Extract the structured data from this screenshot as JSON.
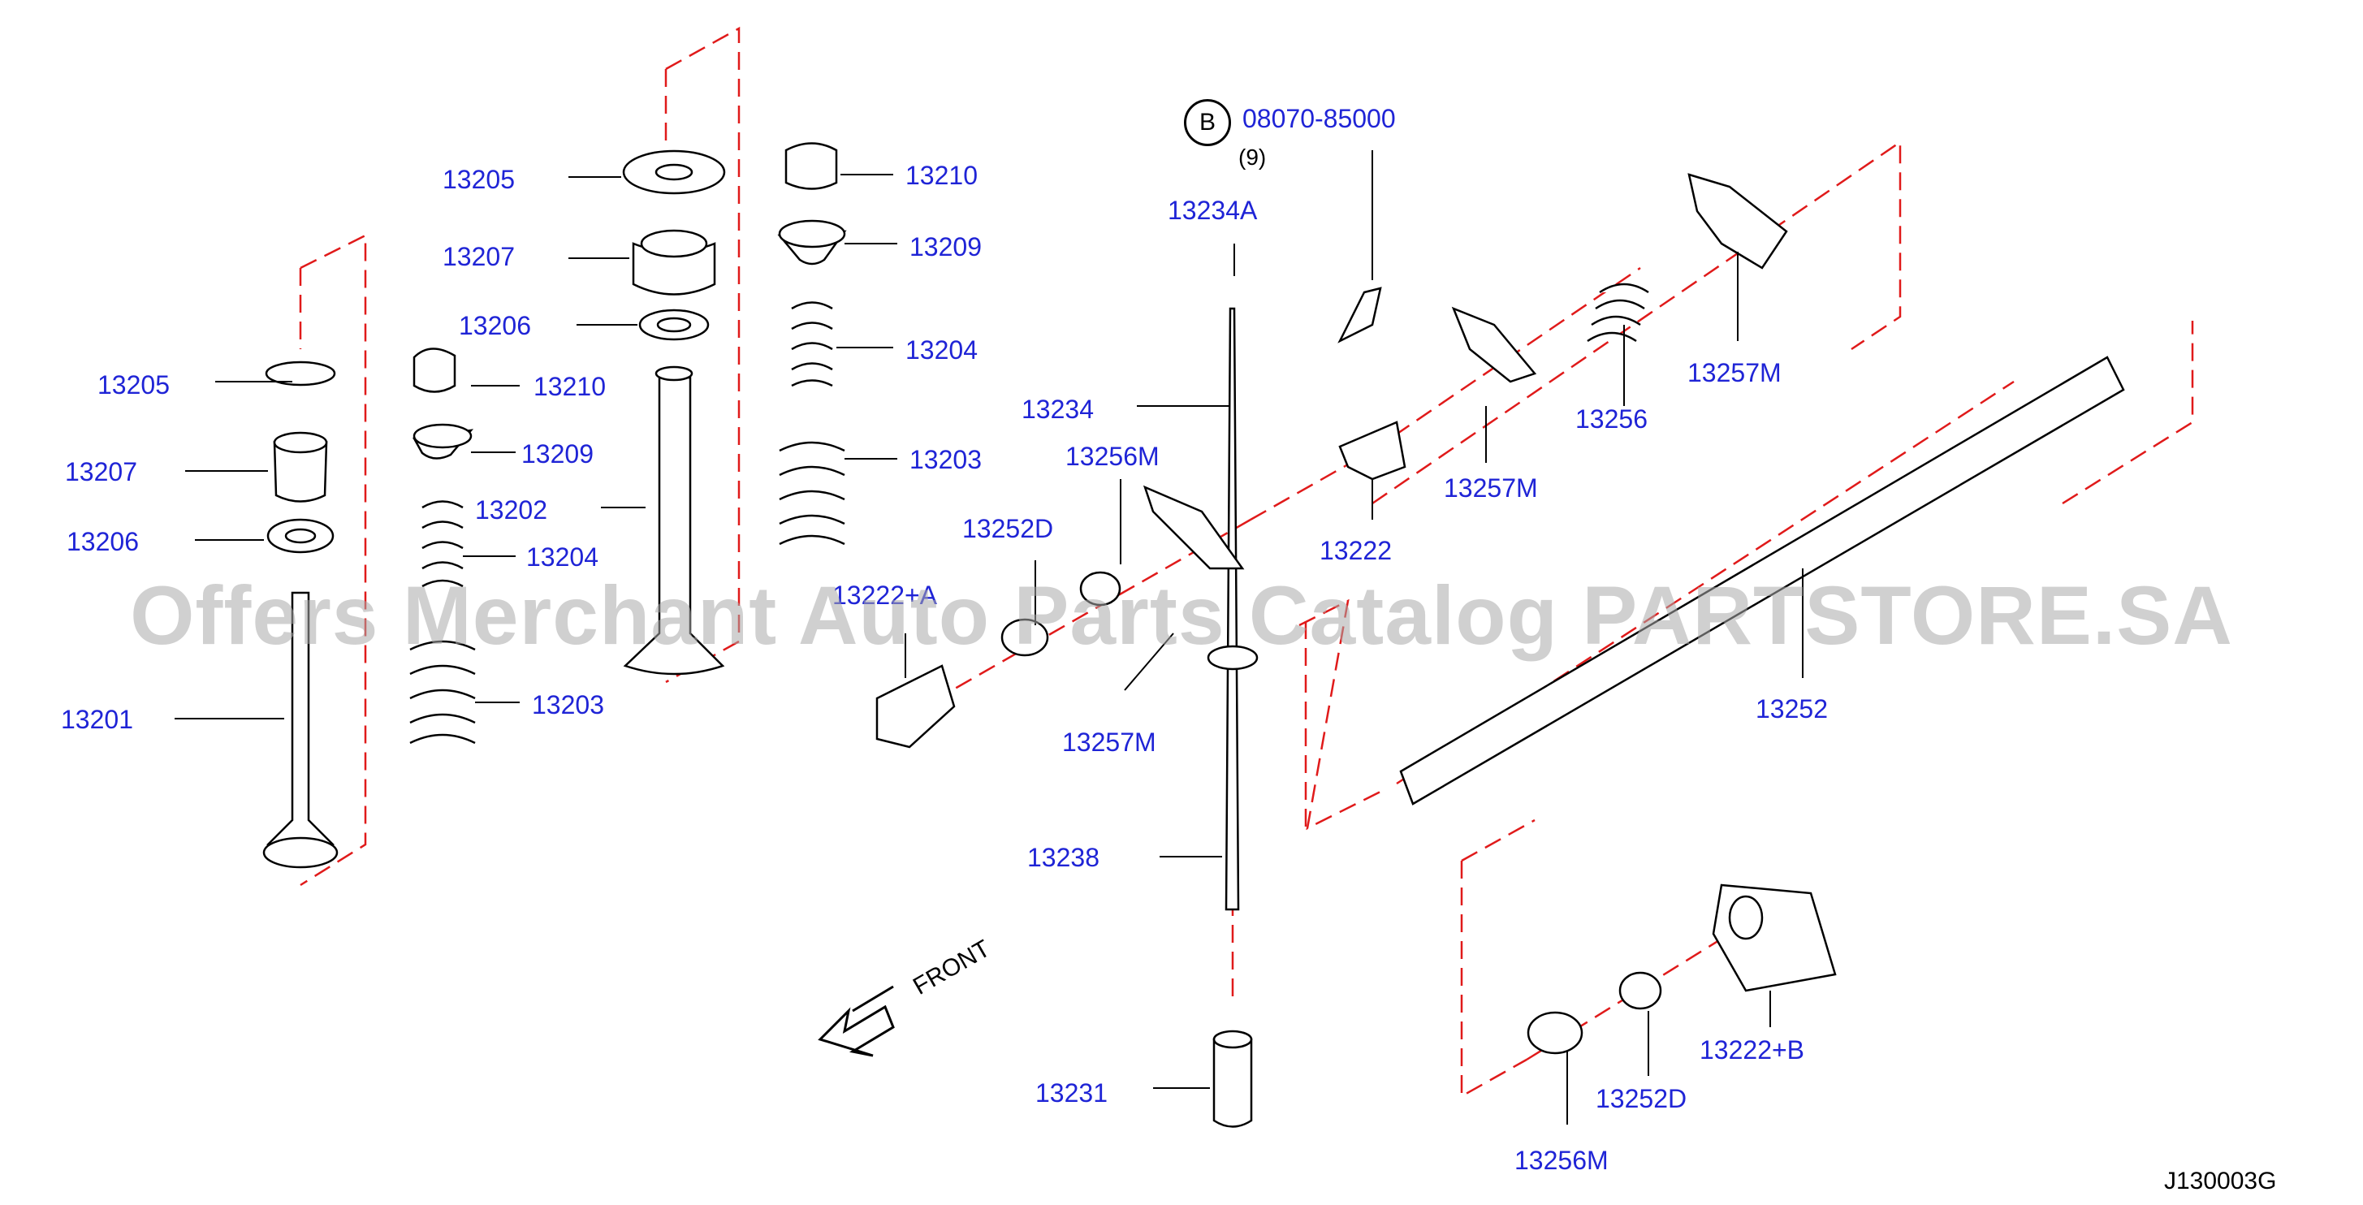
{
  "labels": {
    "l13205_left": "13205",
    "l13207_left": "13207",
    "l13206_left": "13206",
    "l13201": "13201",
    "l13205_mid": "13205",
    "l13207_mid": "13207",
    "l13206_mid": "13206",
    "l13210_mid": "13210",
    "l13209_mid": "13209",
    "l13202": "13202",
    "l13204_mid": "13204",
    "l13203_mid": "13203",
    "l13210_right": "13210",
    "l13209_right": "13209",
    "l13204_right": "13204",
    "l13203_right": "13203",
    "l08070": "08070-85000",
    "l_qty": "(9)",
    "l_b": "B",
    "l13234A": "13234A",
    "l13234": "13234",
    "l13256M_a": "13256M",
    "l13252D_a": "13252D",
    "l13222A": "13222+A",
    "l13257M_a": "13257M",
    "l13238": "13238",
    "l13231": "13231",
    "l13222": "13222",
    "l13257M_b": "13257M",
    "l13256": "13256",
    "l13257M_c": "13257M",
    "l13252": "13252",
    "l13222B": "13222+B",
    "l13252D_b": "13252D",
    "l13256M_b": "13256M",
    "front": "FRONT",
    "code": "J130003G",
    "watermark": "Offers Merchant Auto Parts Catalog PARTSTORE.SA"
  },
  "colors": {
    "label": "#1f24d6",
    "centerline": "#e01a1a",
    "line": "#000000"
  }
}
